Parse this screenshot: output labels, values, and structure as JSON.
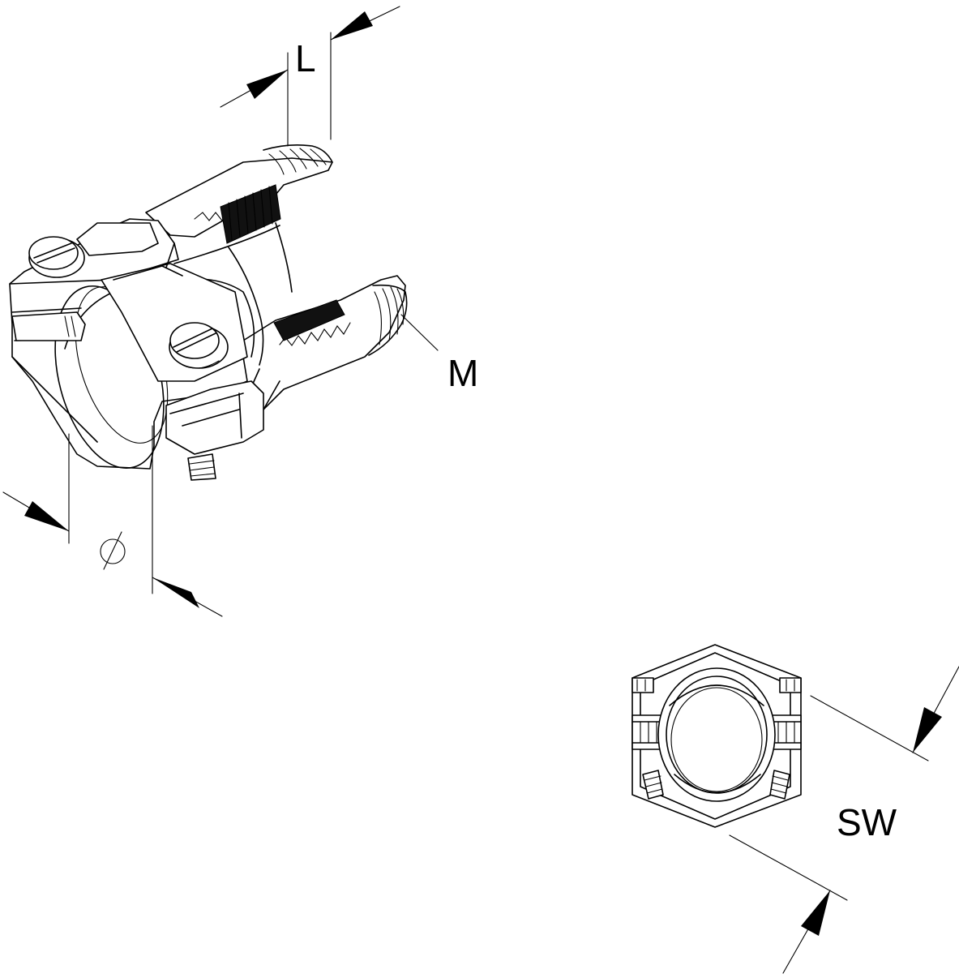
{
  "labels": {
    "length": "L",
    "thread": "M",
    "diameter": "∅",
    "wrench_size": "SW"
  },
  "colors": {
    "line": "#000000",
    "background": "#ffffff"
  }
}
